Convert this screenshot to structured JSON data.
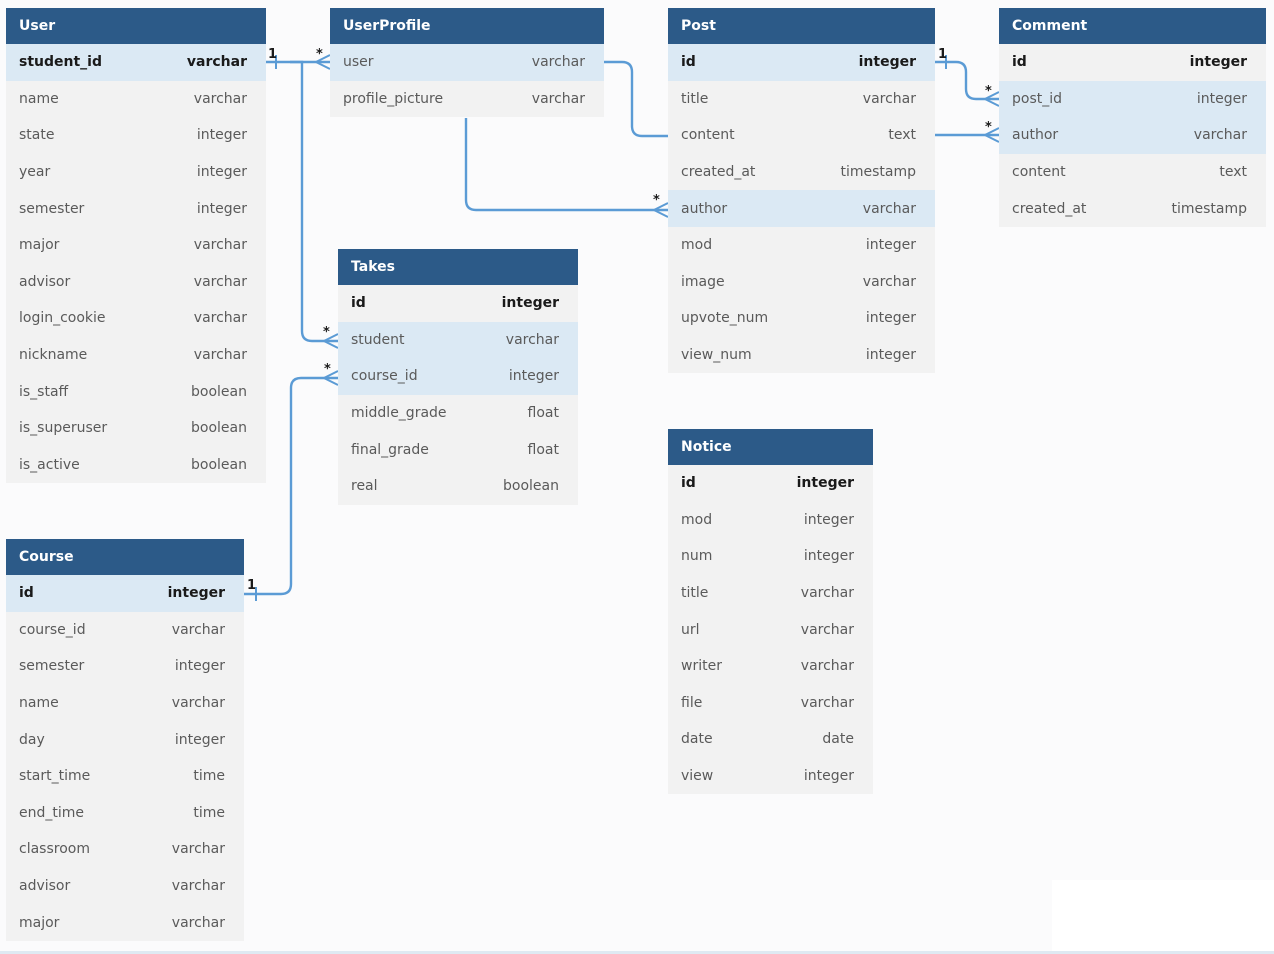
{
  "entities": {
    "user": {
      "title": "User",
      "fields": [
        {
          "name": "student_id",
          "type": "varchar"
        },
        {
          "name": "name",
          "type": "varchar"
        },
        {
          "name": "state",
          "type": "integer"
        },
        {
          "name": "year",
          "type": "integer"
        },
        {
          "name": "semester",
          "type": "integer"
        },
        {
          "name": "major",
          "type": "varchar"
        },
        {
          "name": "advisor",
          "type": "varchar"
        },
        {
          "name": "login_cookie",
          "type": "varchar"
        },
        {
          "name": "nickname",
          "type": "varchar"
        },
        {
          "name": "is_staff",
          "type": "boolean"
        },
        {
          "name": "is_superuser",
          "type": "boolean"
        },
        {
          "name": "is_active",
          "type": "boolean"
        }
      ]
    },
    "userprofile": {
      "title": "UserProfile",
      "fields": [
        {
          "name": "user",
          "type": "varchar"
        },
        {
          "name": "profile_picture",
          "type": "varchar"
        }
      ]
    },
    "post": {
      "title": "Post",
      "fields": [
        {
          "name": "id",
          "type": "integer"
        },
        {
          "name": "title",
          "type": "varchar"
        },
        {
          "name": "content",
          "type": "text"
        },
        {
          "name": "created_at",
          "type": "timestamp"
        },
        {
          "name": "author",
          "type": "varchar"
        },
        {
          "name": "mod",
          "type": "integer"
        },
        {
          "name": "image",
          "type": "varchar"
        },
        {
          "name": "upvote_num",
          "type": "integer"
        },
        {
          "name": "view_num",
          "type": "integer"
        }
      ]
    },
    "comment": {
      "title": "Comment",
      "fields": [
        {
          "name": "id",
          "type": "integer"
        },
        {
          "name": "post_id",
          "type": "integer"
        },
        {
          "name": "author",
          "type": "varchar"
        },
        {
          "name": "content",
          "type": "text"
        },
        {
          "name": "created_at",
          "type": "timestamp"
        }
      ]
    },
    "takes": {
      "title": "Takes",
      "fields": [
        {
          "name": "id",
          "type": "integer"
        },
        {
          "name": "student",
          "type": "varchar"
        },
        {
          "name": "course_id",
          "type": "integer"
        },
        {
          "name": "middle_grade",
          "type": "float"
        },
        {
          "name": "final_grade",
          "type": "float"
        },
        {
          "name": "real",
          "type": "boolean"
        }
      ]
    },
    "course": {
      "title": "Course",
      "fields": [
        {
          "name": "id",
          "type": "integer"
        },
        {
          "name": "course_id",
          "type": "varchar"
        },
        {
          "name": "semester",
          "type": "integer"
        },
        {
          "name": "name",
          "type": "varchar"
        },
        {
          "name": "day",
          "type": "integer"
        },
        {
          "name": "start_time",
          "type": "time"
        },
        {
          "name": "end_time",
          "type": "time"
        },
        {
          "name": "classroom",
          "type": "varchar"
        },
        {
          "name": "advisor",
          "type": "varchar"
        },
        {
          "name": "major",
          "type": "varchar"
        }
      ]
    },
    "notice": {
      "title": "Notice",
      "fields": [
        {
          "name": "id",
          "type": "integer"
        },
        {
          "name": "mod",
          "type": "integer"
        },
        {
          "name": "num",
          "type": "integer"
        },
        {
          "name": "title",
          "type": "varchar"
        },
        {
          "name": "url",
          "type": "varchar"
        },
        {
          "name": "writer",
          "type": "varchar"
        },
        {
          "name": "file",
          "type": "varchar"
        },
        {
          "name": "date",
          "type": "date"
        },
        {
          "name": "view",
          "type": "integer"
        }
      ]
    }
  },
  "cardinality": {
    "one": "1",
    "many": "*"
  },
  "colors": {
    "header": "#2c5a88",
    "highlight": "#dbe9f4",
    "connector": "#5b9bd5",
    "body": "#f2f2f2"
  }
}
